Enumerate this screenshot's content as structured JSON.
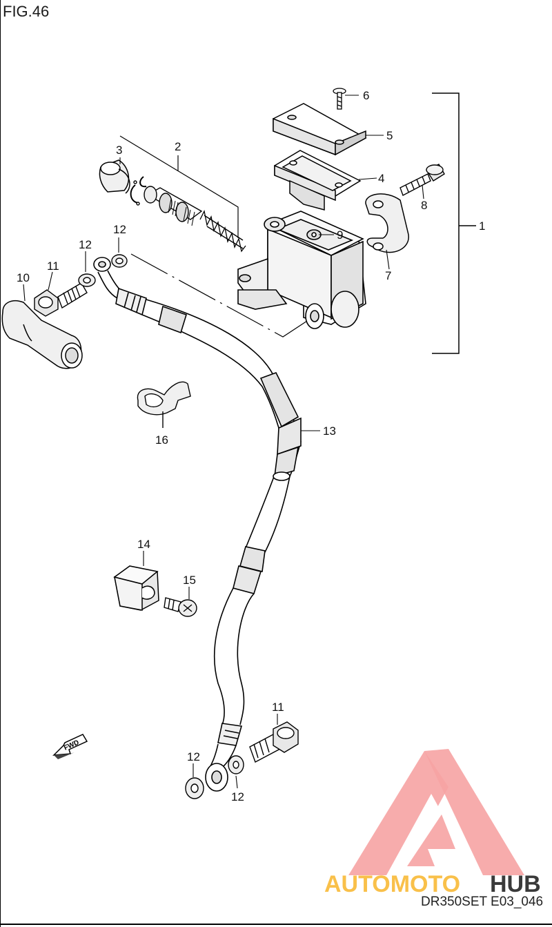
{
  "figure": {
    "title": "FIG.46",
    "code": "DR350SET E03_046"
  },
  "watermark": {
    "part1": "AUTOMOTO",
    "part2": "HUB",
    "color1": "#f9c04a",
    "color2": "#3a3a3a",
    "triangle_color": "#f6a3a3"
  },
  "fwd_label": "FWD",
  "parts": [
    {
      "id": "master-cylinder-assy",
      "label": "1"
    },
    {
      "id": "piston-set",
      "label": "2"
    },
    {
      "id": "boot",
      "label": "3"
    },
    {
      "id": "diaphragm",
      "label": "4"
    },
    {
      "id": "reservoir-cap",
      "label": "5"
    },
    {
      "id": "cap-screw",
      "label": "6"
    },
    {
      "id": "holder-clamp",
      "label": "7"
    },
    {
      "id": "holder-bolt",
      "label": "8"
    },
    {
      "id": "bleeder-screw",
      "label": "9"
    },
    {
      "id": "union-cap",
      "label": "10"
    },
    {
      "id": "union-bolt-top",
      "label": "11"
    },
    {
      "id": "gasket-a",
      "label": "12"
    },
    {
      "id": "gasket-b",
      "label": "12"
    },
    {
      "id": "brake-hose",
      "label": "13"
    },
    {
      "id": "hose-guide",
      "label": "14"
    },
    {
      "id": "guide-screw",
      "label": "15"
    },
    {
      "id": "hose-clamp",
      "label": "16"
    },
    {
      "id": "union-bolt-bottom",
      "label": "11"
    },
    {
      "id": "gasket-c",
      "label": "12"
    },
    {
      "id": "gasket-d",
      "label": "12"
    }
  ]
}
